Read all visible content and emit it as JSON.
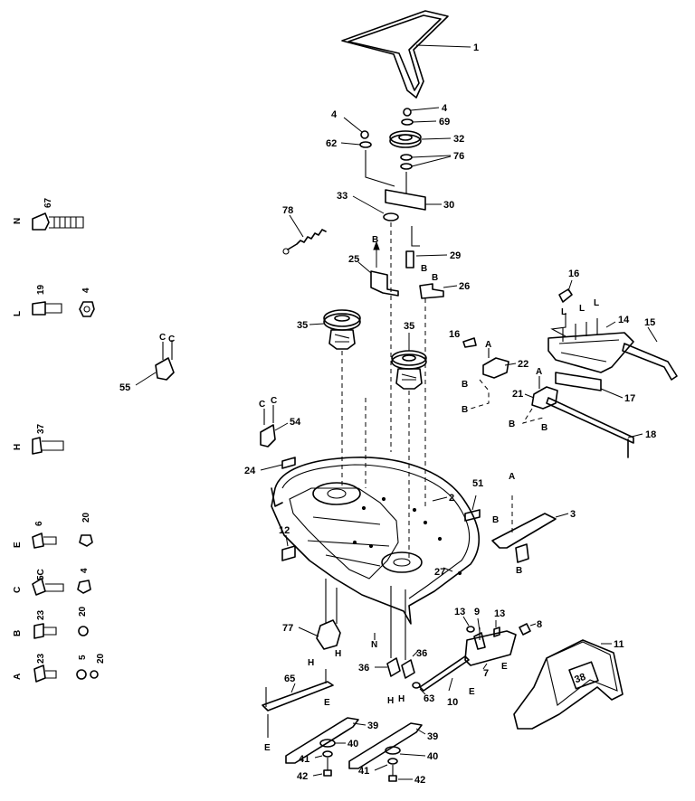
{
  "callouts": {
    "c1": "1",
    "c4a": "4",
    "c4b": "4",
    "c69": "69",
    "c62": "62",
    "c32": "32",
    "c76": "76",
    "c33": "33",
    "c30": "30",
    "c78": "78",
    "c29": "29",
    "c25": "25",
    "c26": "26",
    "c35a": "35",
    "c35b": "35",
    "c16a": "16",
    "c16b": "16",
    "c14": "14",
    "c15": "15",
    "c22": "22",
    "c17": "17",
    "c21": "21",
    "c18": "18",
    "c54": "54",
    "c55": "55",
    "c24": "24",
    "c2": "2",
    "c51": "51",
    "c3": "3",
    "c12": "12",
    "c27": "27",
    "c77": "77",
    "c13a": "13",
    "c9": "9",
    "c13b": "13",
    "c8": "8",
    "c11": "11",
    "c36a": "36",
    "c36b": "36",
    "c63": "63",
    "c10": "10",
    "c7": "7",
    "c65": "65",
    "c39a": "39",
    "c39b": "39",
    "c40a": "40",
    "c40b": "40",
    "c41a": "41",
    "c41b": "41",
    "c42a": "42",
    "c42b": "42"
  },
  "refs": {
    "A": "A",
    "B": "B",
    "C": "C",
    "E": "E",
    "H": "H",
    "L": "L",
    "N": "N"
  },
  "hardware_key": {
    "N_label": "N",
    "N_part": "67",
    "L_label": "L",
    "L_part1": "19",
    "L_part2": "4",
    "H_label": "H",
    "H_part": "37",
    "E_label": "E",
    "E_part1": "6",
    "E_part2": "20",
    "C_label": "C",
    "C_part1": "5C",
    "C_part2": "4",
    "B_label": "B",
    "B_part1": "23",
    "B_part2": "20",
    "A_label": "A",
    "A_part1": "23",
    "A_part2": "5",
    "A_part3": "20"
  },
  "deck_badge": "38"
}
